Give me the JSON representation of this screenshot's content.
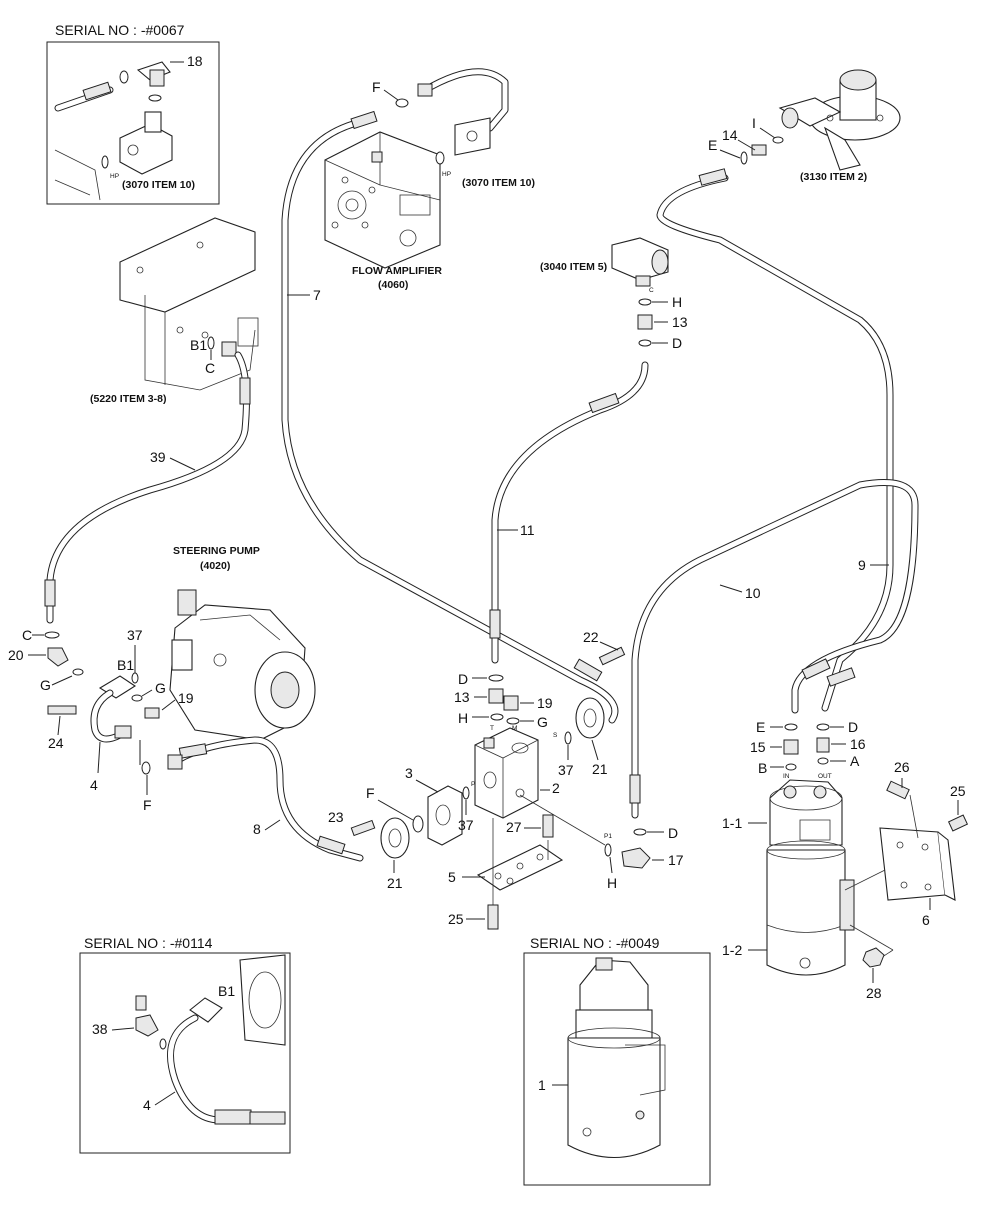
{
  "serial_boxes": [
    {
      "label": "SERIAL NO : -#0067"
    },
    {
      "label": "SERIAL NO : -#0114"
    },
    {
      "label": "SERIAL NO : -#0049"
    }
  ],
  "captions": {
    "ref_3070_a": "(3070 ITEM 10)",
    "ref_3070_b": "(3070 ITEM 10)",
    "ref_3130": "(3130 ITEM 2)",
    "ref_3040": "(3040 ITEM 5)",
    "ref_5220": "(5220 ITEM 3-8)",
    "flow_amp_title": "FLOW AMPLIFIER",
    "flow_amp_ref": "(4060)",
    "steering_title": "STEERING PUMP",
    "steering_ref": "(4020)"
  },
  "port_marks": {
    "hp_a": "HP",
    "hp_b": "HP",
    "c_small": "C",
    "t": "T",
    "m": "M",
    "p": "P",
    "s": "S",
    "p1": "P1",
    "in": "IN",
    "out": "OUT"
  },
  "callouts": {
    "c18": "18",
    "cF_top": "F",
    "cE_top": "E",
    "c14": "14",
    "cI": "I",
    "cH_top": "H",
    "c13_top": "13",
    "cD_top": "D",
    "cB1": "B1",
    "cC": "C",
    "c7": "7",
    "c39": "39",
    "c11": "11",
    "c9": "9",
    "c10": "10",
    "cC_left": "C",
    "c20": "20",
    "c37_left": "37",
    "cB1_left": "B1",
    "cG_a": "G",
    "cG_b": "G",
    "c19_left": "19",
    "c24": "24",
    "c4": "4",
    "cF_left": "F",
    "c22": "22",
    "cD_mid": "D",
    "c13_mid": "13",
    "c19_mid": "19",
    "cH_mid": "H",
    "cG_mid": "G",
    "c21_right": "21",
    "c37_mid": "37",
    "c2": "2",
    "c3": "3",
    "cF_mid": "F",
    "c37_low": "37",
    "c23": "23",
    "c8": "8",
    "c21_low": "21",
    "c27": "27",
    "cD_low": "D",
    "c5": "5",
    "cH_low": "H",
    "c17": "17",
    "c25_low": "25",
    "cE_r": "E",
    "cD_r": "D",
    "c15": "15",
    "c16": "16",
    "cB_r": "B",
    "cA_r": "A",
    "c26": "26",
    "c25_r": "25",
    "c1_1": "1-1",
    "c6": "6",
    "c1_2": "1-2",
    "c28": "28",
    "c38": "38",
    "c4_inset": "4",
    "cB1_inset": "B1",
    "c1_inset": "1"
  }
}
